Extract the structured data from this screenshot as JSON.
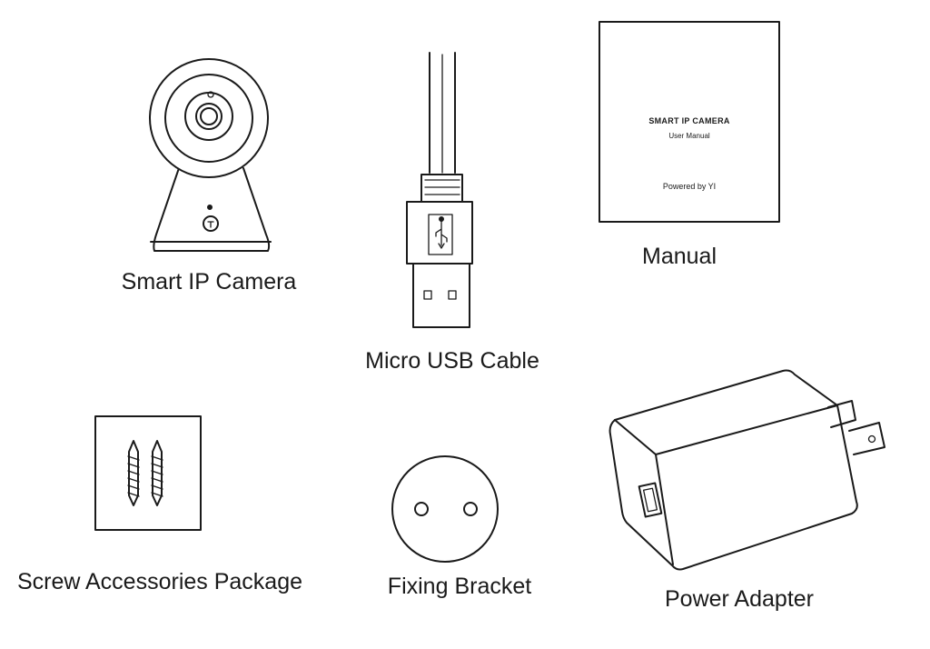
{
  "items": {
    "camera": {
      "label": "Smart IP Camera"
    },
    "usb_cable": {
      "label": "Micro USB Cable"
    },
    "manual": {
      "label": "Manual",
      "cover_title": "SMART IP CAMERA",
      "cover_subtitle": "User Manual",
      "cover_footer": "Powered by YI"
    },
    "screws": {
      "label": "Screw Accessories Package"
    },
    "bracket": {
      "label": "Fixing Bracket"
    },
    "adapter": {
      "label": "Power Adapter"
    }
  }
}
